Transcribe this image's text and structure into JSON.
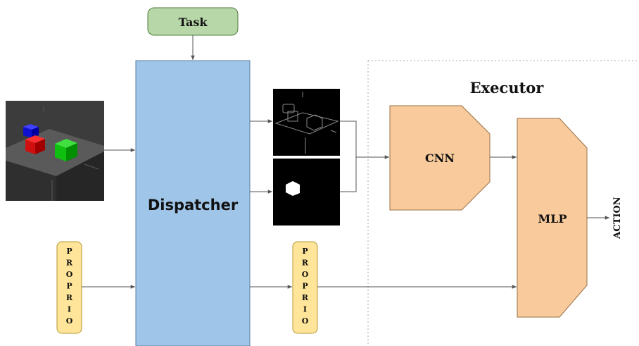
{
  "task": {
    "label": "Task"
  },
  "dispatcher": {
    "label": "Dispatcher"
  },
  "executor": {
    "title": "Executor"
  },
  "cnn": {
    "label": "CNN"
  },
  "mlp": {
    "label": "MLP"
  },
  "action": {
    "label": "ACTION"
  },
  "proprio_left": {
    "letters": [
      "P",
      "R",
      "O",
      "P",
      "R",
      "I",
      "O"
    ]
  },
  "proprio_right": {
    "letters": [
      "P",
      "R",
      "O",
      "P",
      "R",
      "I",
      "O"
    ]
  },
  "colors": {
    "task_fill": "#b7d7a8",
    "task_stroke": "#4f7a3a",
    "dispatcher_fill": "#9fc5e8",
    "dispatcher_stroke": "#5b7fa6",
    "executor_fill": "#f9cb9c",
    "executor_stroke": "#9a6f45",
    "proprio_fill": "#ffe599",
    "proprio_stroke": "#b5962e",
    "arrow": "#555555",
    "cube_blue": "#1a1aff",
    "cube_red": "#e01010",
    "cube_green": "#10c010"
  },
  "images": {
    "scene": "render-of-blue-red-green-cubes-on-gray-plane",
    "depth": "edge-map-of-cube-scene-on-black",
    "mask": "binary-mask-single-white-cube"
  }
}
